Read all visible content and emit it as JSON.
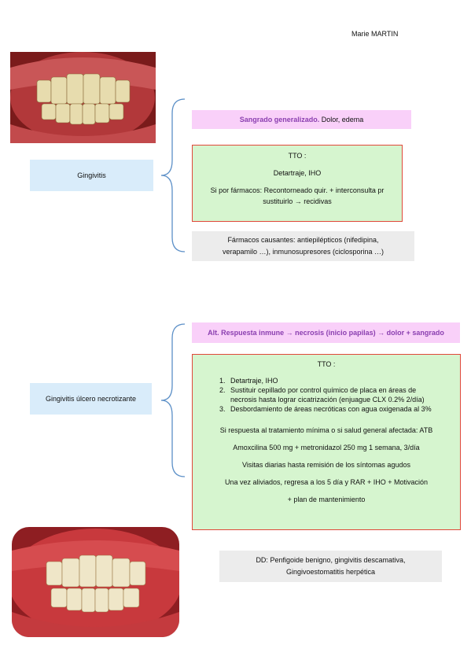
{
  "author": "Marie MARTIN",
  "section1": {
    "label": "Gingivitis",
    "highlight_bold": "Sangrado generalizado.",
    "highlight_rest": " Dolor, edema",
    "tto_title": "TTO :",
    "tto_lines": [
      "Detartraje, IHO",
      "Si por fármacos: Recontorneado quir. + interconsulta pr",
      "sustituirlo → recidivas"
    ],
    "note_lines": [
      "Fármacos causantes: antiepilépticos (nifedipina,",
      "verapamilo …), inmunosupresores (ciclosporina …)"
    ]
  },
  "section2": {
    "label": "Gingivitis úlcero necrotizante",
    "highlight": "Alt. Respuesta inmune → necrosis (inicio papilas) → dolor + sangrado",
    "tto_title": "TTO :",
    "steps": [
      "Detartraje, IHO",
      "Sustituir cepillado por control químico de placa en áreas de necrosis hasta lograr cicatrización (enjuague CLX 0.2% 2/día)",
      "Desbordamiento de áreas necróticas con agua oxigenada al 3%"
    ],
    "lines": [
      "Si respuesta al tratamiento mínima o si salud general afectada: ATB",
      "Amoxcilina 500 mg + metronidazol 250 mg 1 semana, 3/día",
      "Visitas diarias hasta remisión de los síntomas agudos",
      "Una vez aliviados, regresa a los 5 día y RAR + IHO + Motivación",
      "+ plan de mantenimiento"
    ],
    "dd_lines": [
      "DD: Penfigoide benigno, gingivitis descamativa,",
      "Gingivoestomatitis herpética"
    ]
  },
  "colors": {
    "label_bg": "#d9ecfa",
    "pink_bg": "#f9d0f9",
    "pink_text": "#8b3fb0",
    "green_bg": "#d6f5cf",
    "green_border": "#e0483a",
    "grey_bg": "#ececec",
    "brace": "#5b8fc7"
  }
}
